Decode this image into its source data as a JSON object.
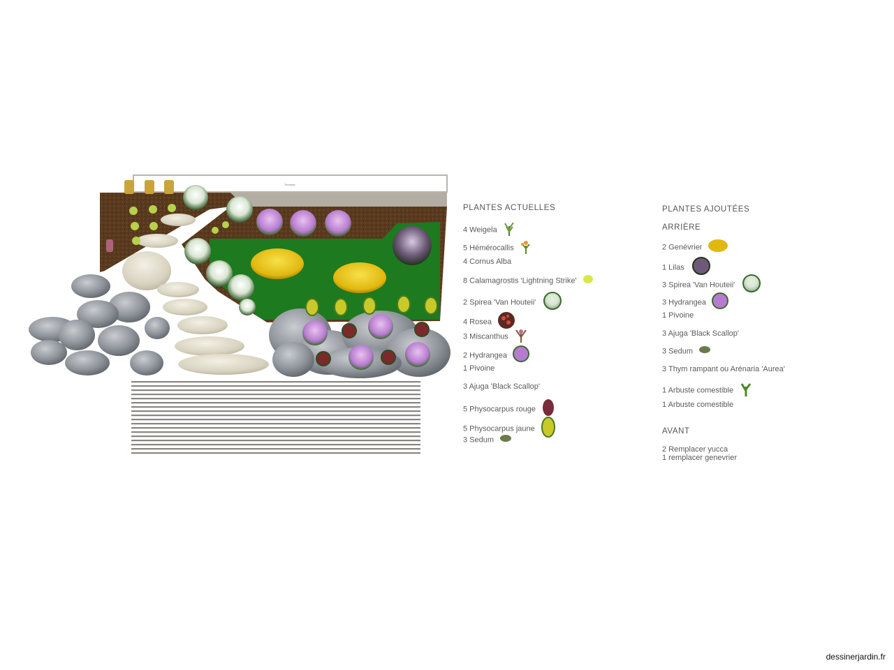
{
  "plan": {
    "house_label": "Terrasse"
  },
  "legend_current": {
    "title": "PLANTES ACTUELLES",
    "items": [
      {
        "label": "4 Weigela",
        "icon": "weigela-icon"
      },
      {
        "label": "5 Hémérocallis",
        "icon": "hemerocallis-icon"
      },
      {
        "label": "4 Cornus Alba",
        "icon": ""
      },
      {
        "label": "8 Calamagrostis 'Lightning Strike'",
        "icon": "calamagrostis-icon"
      },
      {
        "label": "2 Spirea 'Van Houteii'",
        "icon": "spirea-icon"
      },
      {
        "label": "4 Rosea",
        "icon": "rosea-icon"
      },
      {
        "label": "3 Miscanthus",
        "icon": "miscanthus-icon"
      },
      {
        "label": "2 Hydrangea",
        "icon": "hydrangea-icon"
      },
      {
        "label": "1 Pivoine",
        "icon": ""
      },
      {
        "label": "3 Ajuga 'Black Scallop'",
        "icon": ""
      },
      {
        "label": "5 Physocarpus rouge",
        "icon": "physocarpus-red-icon"
      },
      {
        "label": "5 Physocarpus jaune",
        "icon": "physocarpus-yellow-icon"
      },
      {
        "label": "3 Sedum",
        "icon": "sedum-icon"
      }
    ]
  },
  "legend_added": {
    "title": "PLANTES AJOUTÉES",
    "section_back": "ARRIÈRE",
    "items": [
      {
        "label": "2 Genévrier",
        "icon": "juniper-icon"
      },
      {
        "label": "1 Lilas",
        "icon": "lilac-icon"
      },
      {
        "label": "3 Spirea 'Van Houteii'",
        "icon": "spirea-icon"
      },
      {
        "label": "3 Hydrangea",
        "icon": "hydrangea-icon"
      },
      {
        "label": "1 Pivoine",
        "icon": ""
      },
      {
        "label": "3 Ajuga 'Black Scallop'",
        "icon": ""
      },
      {
        "label": "3 Sedum",
        "icon": "sedum-icon"
      },
      {
        "label": "3 Thym rampant ou Arénaria 'Aurea'",
        "icon": ""
      },
      {
        "label": "1 Arbuste comestible",
        "icon": "edible-shrub-icon"
      },
      {
        "label": "1 Arbuste comestible",
        "icon": ""
      }
    ],
    "section_front": "AVANT",
    "front_items": [
      "2 Remplacer yucca",
      "1 remplacer genevrier"
    ]
  },
  "colors": {
    "lawn": "#1e7a1e",
    "mulch": "#5a3a1e",
    "wall": "#b0aaa0",
    "stone": "#8f949b",
    "flag": "#d8d3c0",
    "hydrangea": "#c48fd6",
    "yellow_shrub": "#e8c52a"
  },
  "watermark": "dessinerjardin.fr"
}
